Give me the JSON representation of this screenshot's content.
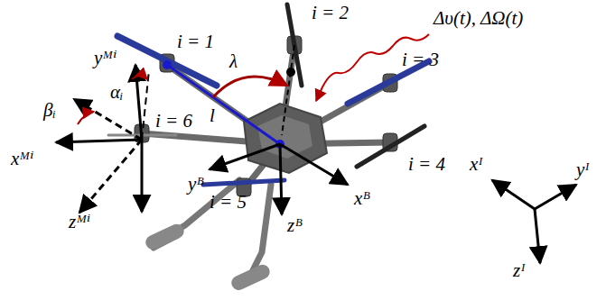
{
  "diagram": {
    "labels": [
      "i = 2",
      "Δυ(t), ΔΩ(t)",
      "i = 1",
      "i = 3",
      "yᴹⁱ",
      "αᵢ",
      "l",
      "λ",
      "i = 6",
      "βᵢ",
      "xᴹⁱ",
      "yᴮ",
      "i = 4",
      "xᴵ",
      "yᴵ",
      "xᴮ",
      "i = 5",
      "zᴮ",
      "zᴹⁱ",
      "zᴵ"
    ]
  }
}
